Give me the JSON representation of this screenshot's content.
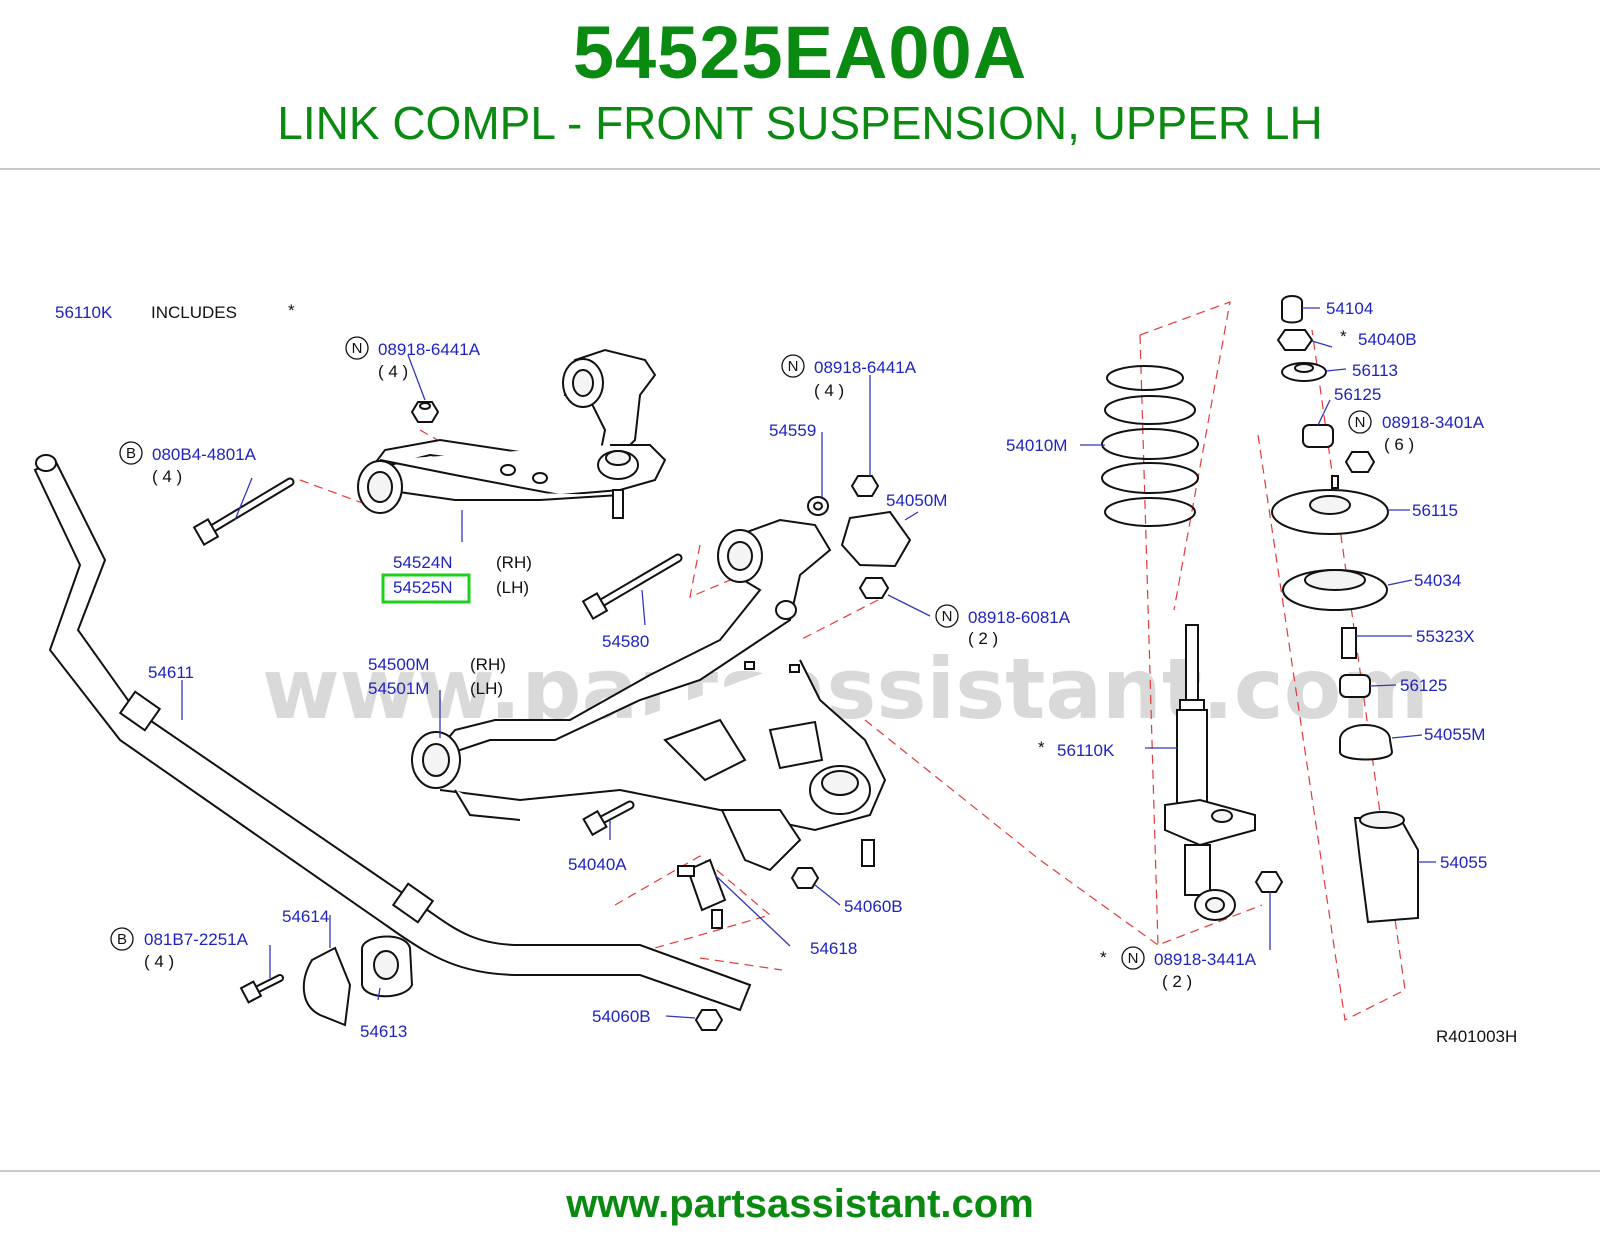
{
  "header": {
    "part_number": "54525EA00A",
    "description": "LINK COMPL - FRONT SUSPENSION, UPPER LH"
  },
  "footer": {
    "url": "www.partsassistant.com"
  },
  "watermark": "www.partsassistant.com",
  "diagram_code": "R401003H",
  "colors": {
    "brand_green": "#0b8a12",
    "label_blue": "#1f24c0",
    "highlight_green": "#1bd11b",
    "leader_red": "#e23a3a"
  },
  "includes_note": {
    "part": "56110K",
    "text": "INCLUDES",
    "mark": "*"
  },
  "labels": {
    "n1_part": "08918-6441A",
    "n1_qty": "( 4 )",
    "n2_part": "08918-6441A",
    "n2_qty": "( 4 )",
    "b1_part": "080B4-4801A",
    "b1_qty": "( 4 )",
    "upper_rh": "54524N",
    "upper_lh": "54525N",
    "rh": "(RH)",
    "lh": "(LH)",
    "p54559": "54559",
    "p54050m": "54050M",
    "n3_part": "08918-6081A",
    "n3_qty": "( 2 )",
    "p54580": "54580",
    "lower_rh": "54500M",
    "lower_lh": "54501M",
    "p54611": "54611",
    "p54040a": "54040A",
    "p54060b_1": "54060B",
    "p54618": "54618",
    "p54614": "54614",
    "p54613": "54613",
    "b2_part": "081B7-2251A",
    "b2_qty": "( 4 )",
    "p54060b_2": "54060B",
    "p54010m": "54010M",
    "p56110k": "56110K",
    "star": "*",
    "n4_part": "08918-3441A",
    "n4_qty": "( 2 )",
    "p54104": "54104",
    "p54040b": "54040B",
    "p56113": "56113",
    "p56125_1": "56125",
    "n5_part": "08918-3401A",
    "n5_qty": "( 6 )",
    "p56115": "56115",
    "p54034": "54034",
    "p55323x": "55323X",
    "p56125_2": "56125",
    "p54055m": "54055M",
    "p54055": "54055",
    "n_letter": "N",
    "b_letter": "B"
  }
}
